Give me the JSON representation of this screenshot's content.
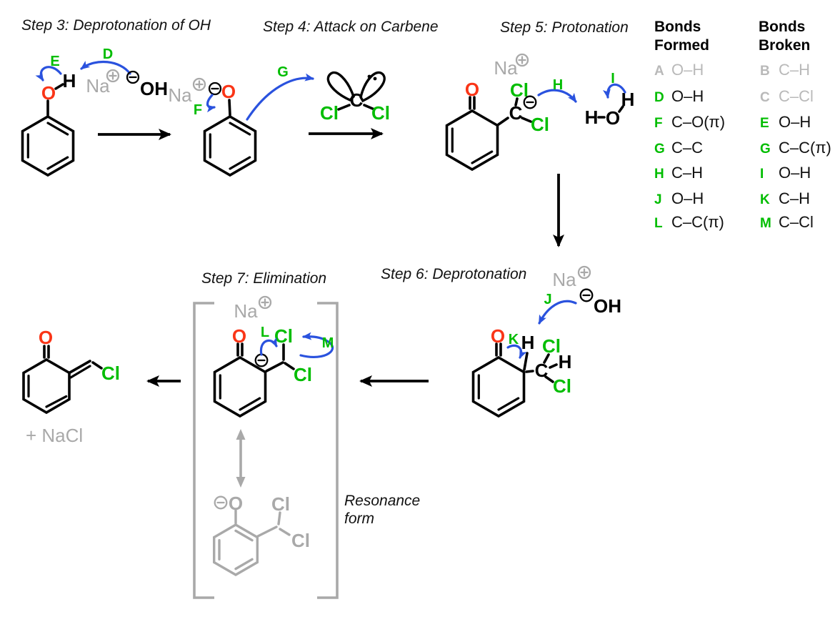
{
  "titles": {
    "step3": "Step 3: Deprotonation of OH",
    "step4": "Step 4: Attack on Carbene",
    "step5": "Step 5: Protonation",
    "step6": "Step 6: Deprotonation",
    "step7": "Step 7: Elimination"
  },
  "atoms": {
    "O": "O",
    "H": "H",
    "C": "C",
    "Cl": "Cl",
    "OH": "OH",
    "Na": "Na"
  },
  "arrow_labels": {
    "D": "D",
    "E": "E",
    "F": "F",
    "G": "G",
    "H": "H",
    "I": "I",
    "J": "J",
    "K": "K",
    "L": "L",
    "M": "M"
  },
  "bond_table": {
    "formed_header": [
      "Bonds",
      "Formed"
    ],
    "broken_header": [
      "Bonds",
      "Broken"
    ],
    "formed": [
      {
        "letter": "A",
        "bond": "O–H",
        "state": "done"
      },
      {
        "letter": "D",
        "bond": "O–H",
        "state": "active"
      },
      {
        "letter": "F",
        "bond": "C–O(π)",
        "state": "active"
      },
      {
        "letter": "G",
        "bond": "C–C",
        "state": "active"
      },
      {
        "letter": "H",
        "bond": "C–H",
        "state": "active"
      },
      {
        "letter": "J",
        "bond": "O–H",
        "state": "active"
      },
      {
        "letter": "L",
        "bond": "C–C(π)",
        "state": "active"
      }
    ],
    "broken": [
      {
        "letter": "B",
        "bond": "C–H",
        "state": "done"
      },
      {
        "letter": "C",
        "bond": "C–Cl",
        "state": "done"
      },
      {
        "letter": "E",
        "bond": "O–H",
        "state": "active"
      },
      {
        "letter": "G",
        "bond": "C–C(π)",
        "state": "active"
      },
      {
        "letter": "I",
        "bond": "O–H",
        "state": "active"
      },
      {
        "letter": "K",
        "bond": "C–H",
        "state": "active"
      },
      {
        "letter": "M",
        "bond": "C–Cl",
        "state": "active"
      }
    ]
  },
  "annotations": {
    "resonance_line1": "Resonance",
    "resonance_line2": "form",
    "nacl_byproduct": "+ NaCl"
  },
  "colors": {
    "green": "#00bd00",
    "red": "#fa3517",
    "blue": "#2a52de",
    "gray": "#a9a9a9",
    "table_gray": "#b9b9b9",
    "black": "#000000"
  }
}
